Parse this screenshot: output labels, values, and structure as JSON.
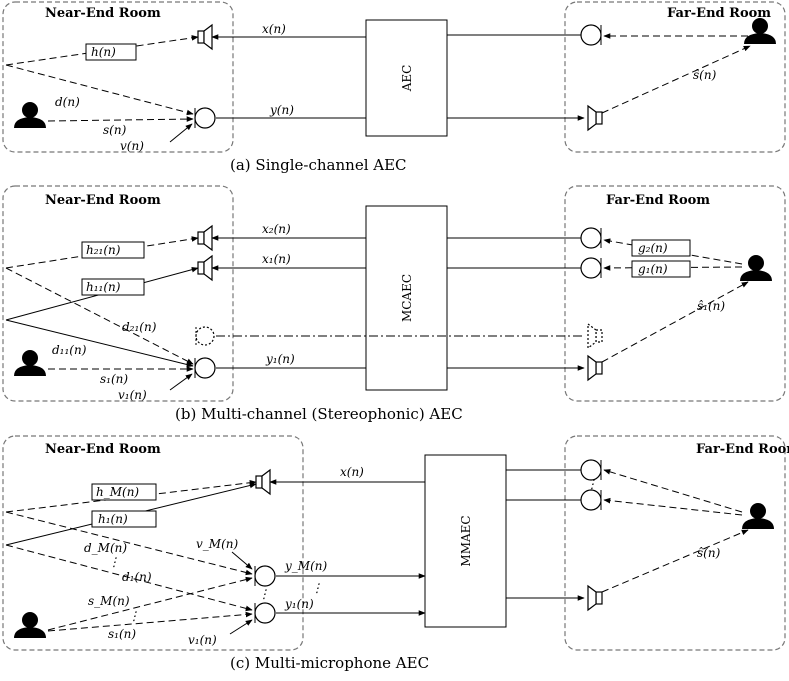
{
  "panels": {
    "a": {
      "caption": "(a) Single-channel AEC",
      "near_room": "Near-End Room",
      "far_room": "Far-End Room",
      "block": "AEC",
      "labels": {
        "x": "x(n)",
        "h": "h(n)",
        "d": "d(n)",
        "s": "s(n)",
        "v": "v(n)",
        "y": "y(n)",
        "s_far": "ŝ(n)"
      }
    },
    "b": {
      "caption": "(b) Multi-channel (Stereophonic) AEC",
      "near_room": "Near-End Room",
      "far_room": "Far-End Room",
      "block": "MCAEC",
      "labels": {
        "x2": "x₂(n)",
        "x1": "x₁(n)",
        "h21": "h₂₁(n)",
        "h11": "h₁₁(n)",
        "d21": "d₂₁(n)",
        "d11": "d₁₁(n)",
        "s1": "s₁(n)",
        "v1": "v₁(n)",
        "y1": "y₁(n)",
        "g2": "g₂(n)",
        "g1": "g₁(n)",
        "s1_far": "ŝ₁(n)"
      }
    },
    "c": {
      "caption": "(c) Multi-microphone AEC",
      "near_room": "Near-End Room",
      "far_room": "Far-End Room",
      "block": "MMAEC",
      "labels": {
        "x": "x(n)",
        "hM": "h_M(n)",
        "h1": "h₁(n)",
        "dM": "d_M(n)",
        "d1": "d₁(n)",
        "vM": "v_M(n)",
        "yM": "y_M(n)",
        "y1": "y₁(n)",
        "sM": "s_M(n)",
        "s1": "s₁(n)",
        "v1": "v₁(n)",
        "s_far": "ŝ(n)"
      }
    }
  }
}
